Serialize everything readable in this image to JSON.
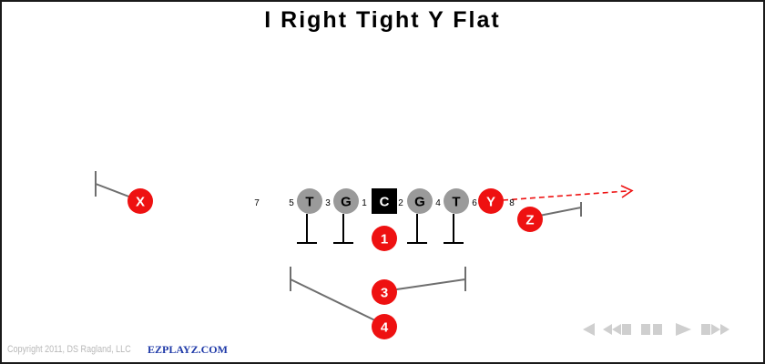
{
  "title": "I Right Tight Y Flat",
  "colors": {
    "offense_red": "#ee1111",
    "lineman_gray": "#9a9a9a",
    "center_black": "#000000",
    "route_gray": "#6e6e6e",
    "route_red": "#ee1111",
    "nav_gray": "#cfcfcf"
  },
  "players": {
    "x": "X",
    "lt": "T",
    "lg": "G",
    "c": "C",
    "rg": "G",
    "rt": "T",
    "y": "Y",
    "z": "Z",
    "back1": "1",
    "back3": "3",
    "back4": "4"
  },
  "gaps": {
    "g7": "7",
    "g5": "5",
    "g3": "3",
    "g1": "1",
    "g2": "2",
    "g4": "4",
    "g6": "6",
    "g8": "8"
  },
  "footer": {
    "copyright": "Copyright 2011, DS Ragland, LLC",
    "brand": "EZPLAYZ.COM"
  },
  "nav": {
    "icons": [
      "first-icon",
      "previous-icon",
      "pause-icon",
      "play-icon",
      "last-icon"
    ]
  }
}
